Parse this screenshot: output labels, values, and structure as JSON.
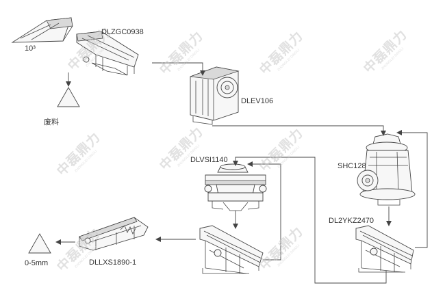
{
  "labels": {
    "feed_volume": "10³",
    "feeder": "DLZGC0938",
    "waste": "废料",
    "jaw_crusher": "DLEV106",
    "cone_crusher": "SHC128",
    "sand_maker": "DLVSI1140",
    "screen": "DL2YKZ2470",
    "sand_washer": "DLLXS1890-1",
    "product": "0-5mm"
  },
  "watermark": {
    "text": "中磊鼎力",
    "subtext": "ZHONGLEI DINGLI"
  }
}
